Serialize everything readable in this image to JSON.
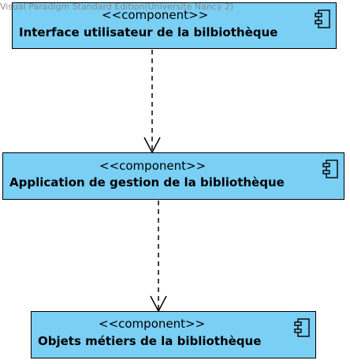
{
  "watermark": "Visual Paradigm Standard Edition(Université Nancy 2)",
  "components": [
    {
      "stereotype": "<<component>>",
      "name": "Interface utilisateur de la bilbiothèque"
    },
    {
      "stereotype": "<<component>>",
      "name": "Application de gestion de la bibliothèque"
    },
    {
      "stereotype": "<<component>>",
      "name": "Objets métiers de la bibliothèque"
    }
  ],
  "colors": {
    "component_fill": "#7acff5",
    "border": "#000000",
    "watermark": "#8a8a8a"
  },
  "icons": {
    "component": "component-icon"
  }
}
